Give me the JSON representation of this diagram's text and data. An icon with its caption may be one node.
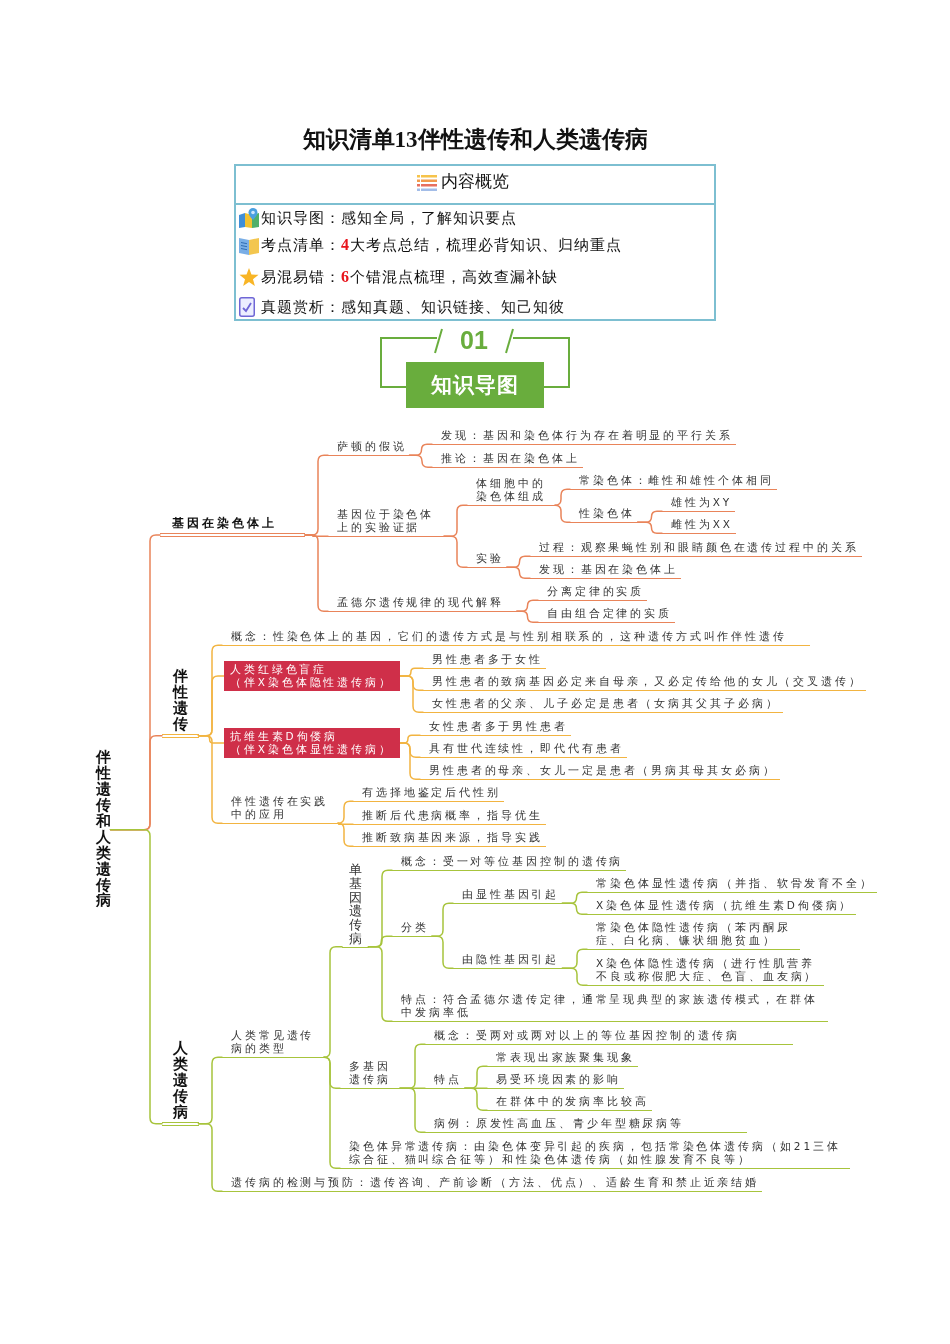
{
  "diagram": {
    "title": "知识清单13伴性遗传和人类遗传病",
    "nodes": [
      {
        "text": [
          "内容概览",
          "知识导图：感知全局，了解知识要点",
          "考点清单：**4**大考点总结，梳理必背知识、归纳重点",
          "易混易错：**6**个错混点梳理，高效查漏补缺",
          "真题赏析：感知真题、知识链接、知己知彼"
        ]
      },
      {
        "text": [
          "知识导图"
        ]
      },
      {
        "text": [
          "伴性遗传和人类遗传病"
        ]
      },
      {
        "text": [
          "基因在染色体上"
        ]
      },
      {
        "text": [
          "萨顿的假说"
        ]
      },
      {
        "text": [
          "发现：基因和染色体行为存在着明显的平行关系"
        ]
      },
      {
        "text": [
          "推论：基因在染色体上"
        ]
      },
      {
        "text": [
          "基因位于染色体上的实验证据"
        ]
      },
      {
        "text": [
          "体细胞中的染色体组成"
        ]
      },
      {
        "text": [
          "常染色体：雌性和雄性个体相同"
        ]
      },
      {
        "text": [
          "性染色体"
        ]
      },
      {
        "text": [
          "雄性为XY"
        ]
      },
      {
        "text": [
          "雌性为XX"
        ]
      },
      {
        "text": [
          "实验"
        ]
      },
      {
        "text": [
          "过程：观察果蝇性别和眼睛颜色在遗传过程中的关系"
        ]
      },
      {
        "text": [
          "发现：基因在染色体上"
        ]
      },
      {
        "text": [
          "孟德尔遗传规律的现代解释"
        ]
      },
      {
        "text": [
          "分离定律的实质"
        ]
      },
      {
        "text": [
          "自由组合定律的实质"
        ]
      },
      {
        "text": [
          "伴性遗传"
        ]
      },
      {
        "text": [
          "概念：性染色体上的基因，它们的遗传方式是与性别相联系的，这种遗传方式叫作伴性遗传"
        ]
      },
      {
        "text": [
          "人类红绿色盲症（伴X染色体隐性遗传病）"
        ]
      },
      {
        "text": [
          "男性患者多于女性"
        ]
      },
      {
        "text": [
          "男性患者的致病基因必定来自母亲，又必定传给他的女儿（交叉遗传）"
        ]
      },
      {
        "text": [
          "女性患者的父亲、儿子必定是患者（女病其父其子必病）"
        ]
      },
      {
        "text": [
          "抗维生素D佝偻病（伴X染色体显性遗传病）"
        ]
      },
      {
        "text": [
          "女性患者多于男性患者"
        ]
      },
      {
        "text": [
          "具有世代连续性，即代代有患者"
        ]
      },
      {
        "text": [
          "男性患者的母亲、女儿一定是患者（男病其母其女必病）"
        ]
      },
      {
        "text": [
          "伴性遗传在实践中的应用"
        ]
      },
      {
        "text": [
          "有选择地鉴定后代性别"
        ]
      },
      {
        "text": [
          "推断后代患病概率，指导优生"
        ]
      },
      {
        "text": [
          "推断致病基因来源，指导实践"
        ]
      },
      {
        "text": [
          "人类遗传病"
        ]
      },
      {
        "text": [
          "人类常见遗传病的类型"
        ]
      },
      {
        "text": [
          "单基因遗传病"
        ]
      },
      {
        "text": [
          "概念：受一对等位基因控制的遗传病"
        ]
      },
      {
        "text": [
          "分类"
        ]
      },
      {
        "text": [
          "由显性基因引起"
        ]
      },
      {
        "text": [
          "常染色体显性遗传病（并指、软骨发育不全）"
        ]
      },
      {
        "text": [
          "X染色体显性遗传病（抗维生素D佝偻病）"
        ]
      },
      {
        "text": [
          "由隐性基因引起"
        ]
      },
      {
        "text": [
          "常染色体隐性遗传病（苯丙酮尿症、白化病、镰状细胞贫血）"
        ]
      },
      {
        "text": [
          "X染色体隐性遗传病（进行性肌营养不良或称假肥大症、色盲、血友病）"
        ]
      },
      {
        "text": [
          "特点：符合孟德尔遗传定律，通常呈现典型的家族遗传模式，在群体中发病率低"
        ]
      },
      {
        "text": [
          "多基因遗传病"
        ]
      },
      {
        "text": [
          "概念：受两对或两对以上的等位基因控制的遗传病"
        ]
      },
      {
        "text": [
          "特点"
        ]
      },
      {
        "text": [
          "常表现出家族聚集现象"
        ]
      },
      {
        "text": [
          "易受环境因素的影响"
        ]
      },
      {
        "text": [
          "在群体中的发病率比较高"
        ]
      },
      {
        "text": [
          "病例：原发性高血压、青少年型糖尿病等"
        ]
      },
      {
        "text": [
          "染色体异常遗传病：由染色体变异引起的疾病，包括常染色体遗传病（如21三体综合征、猫叫综合征等）和性染色体遗传病（如性腺发育不良等）"
        ]
      },
      {
        "text": [
          "遗传病的检测与预防：遗传咨询、产前诊断（方法、优点）、适龄生育和禁止近亲结婚"
        ]
      }
    ],
    "edges": [
      {
        "from": 2,
        "to": 3,
        "arrow": "none",
        "color": "#e9845a"
      },
      {
        "from": 3,
        "to": 4,
        "arrow": "none",
        "color": "#e9845a"
      },
      {
        "from": 4,
        "to": 5,
        "arrow": "none",
        "color": "#e9845a"
      },
      {
        "from": 4,
        "to": 6,
        "arrow": "none",
        "color": "#e9845a"
      },
      {
        "from": 3,
        "to": 7,
        "arrow": "none",
        "color": "#e9845a"
      },
      {
        "from": 7,
        "to": 8,
        "arrow": "none",
        "color": "#e9845a"
      },
      {
        "from": 8,
        "to": 9,
        "arrow": "none",
        "color": "#e9845a"
      },
      {
        "from": 8,
        "to": 10,
        "arrow": "none",
        "color": "#e9845a"
      },
      {
        "from": 10,
        "to": 11,
        "arrow": "none",
        "color": "#e9845a"
      },
      {
        "from": 10,
        "to": 12,
        "arrow": "none",
        "color": "#e9845a"
      },
      {
        "from": 7,
        "to": 13,
        "arrow": "none",
        "color": "#e9845a"
      },
      {
        "from": 13,
        "to": 14,
        "arrow": "none",
        "color": "#e9845a"
      },
      {
        "from": 13,
        "to": 15,
        "arrow": "none",
        "color": "#e9845a"
      },
      {
        "from": 3,
        "to": 16,
        "arrow": "none",
        "color": "#e9845a"
      },
      {
        "from": 16,
        "to": 17,
        "arrow": "none",
        "color": "#e9845a"
      },
      {
        "from": 16,
        "to": 18,
        "arrow": "none",
        "color": "#e9845a"
      },
      {
        "from": 2,
        "to": 19,
        "arrow": "none",
        "color": "#e9845a"
      },
      {
        "from": 19,
        "to": 20,
        "arrow": "none",
        "color": "#f2b441"
      },
      {
        "from": 19,
        "to": 21,
        "arrow": "none",
        "color": "#f2b441"
      },
      {
        "from": 21,
        "to": 22,
        "arrow": "none",
        "color": "#f2b441"
      },
      {
        "from": 21,
        "to": 23,
        "arrow": "none",
        "color": "#f2b441"
      },
      {
        "from": 21,
        "to": 24,
        "arrow": "none",
        "color": "#f2b441"
      },
      {
        "from": 19,
        "to": 25,
        "arrow": "none",
        "color": "#f2b441"
      },
      {
        "from": 25,
        "to": 26,
        "arrow": "none",
        "color": "#f2b441"
      },
      {
        "from": 25,
        "to": 27,
        "arrow": "none",
        "color": "#f2b441"
      },
      {
        "from": 25,
        "to": 28,
        "arrow": "none",
        "color": "#f2b441"
      },
      {
        "from": 19,
        "to": 29,
        "arrow": "none",
        "color": "#f2b441"
      },
      {
        "from": 29,
        "to": 30,
        "arrow": "none",
        "color": "#f2b441"
      },
      {
        "from": 29,
        "to": 31,
        "arrow": "none",
        "color": "#f2b441"
      },
      {
        "from": 29,
        "to": 32,
        "arrow": "none",
        "color": "#f2b441"
      },
      {
        "from": 2,
        "to": 33,
        "arrow": "none"
      },
      {
        "from": 33,
        "to": 34,
        "arrow": "none"
      },
      {
        "from": 34,
        "to": 35,
        "arrow": "none"
      },
      {
        "from": 35,
        "to": 36,
        "arrow": "none"
      },
      {
        "from": 35,
        "to": 37,
        "arrow": "none"
      },
      {
        "from": 37,
        "to": 38,
        "arrow": "none"
      },
      {
        "from": 38,
        "to": 39,
        "arrow": "none"
      },
      {
        "from": 38,
        "to": 40,
        "arrow": "none"
      },
      {
        "from": 37,
        "to": 41,
        "arrow": "none"
      },
      {
        "from": 41,
        "to": 42,
        "arrow": "none"
      },
      {
        "from": 41,
        "to": 43,
        "arrow": "none"
      },
      {
        "from": 35,
        "to": 44,
        "arrow": "none"
      },
      {
        "from": 34,
        "to": 45,
        "arrow": "none"
      },
      {
        "from": 45,
        "to": 46,
        "arrow": "none"
      },
      {
        "from": 45,
        "to": 47,
        "arrow": "none"
      },
      {
        "from": 47,
        "to": 48,
        "arrow": "none"
      },
      {
        "from": 47,
        "to": 49,
        "arrow": "none"
      },
      {
        "from": 47,
        "to": 50,
        "arrow": "none"
      },
      {
        "from": 45,
        "to": 51,
        "arrow": "none"
      },
      {
        "from": 34,
        "to": 52,
        "arrow": "none"
      },
      {
        "from": 33,
        "to": 53,
        "arrow": "none"
      }
    ],
    "labels": [
      "01"
    ]
  }
}
